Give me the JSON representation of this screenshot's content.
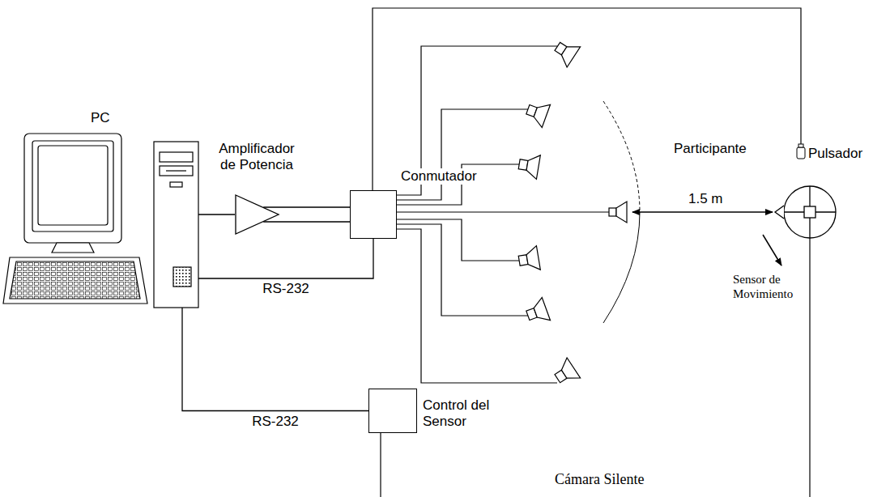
{
  "diagram": {
    "nodes": [
      {
        "text": [
          "PC"
        ]
      },
      {
        "text": [
          "Amplificador de Potencia"
        ]
      },
      {
        "text": [
          "Conmutador"
        ]
      },
      {
        "text": [
          "Control del Sensor"
        ]
      }
    ],
    "edges": [
      {
        "from": 0,
        "to": 1,
        "arrow": "none"
      },
      {
        "from": 1,
        "to": 2,
        "arrow": "none"
      },
      {
        "from": 0,
        "to": 2,
        "label": "RS-232",
        "arrow": "none"
      },
      {
        "from": 0,
        "to": 3,
        "label": "RS-232",
        "arrow": "none"
      }
    ],
    "labels": [
      "Participante",
      "Pulsador",
      "1.5 m",
      "Sensor de Movimiento",
      "Cámara Silente"
    ]
  }
}
